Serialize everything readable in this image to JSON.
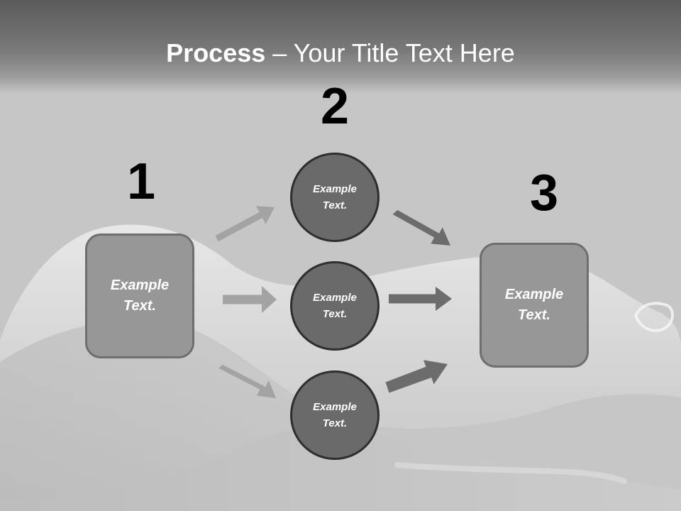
{
  "title": {
    "bold": "Process",
    "rest": " – Your Title Text Here"
  },
  "steps": [
    {
      "number": "1",
      "text": "Example Text."
    },
    {
      "number": "2",
      "items": [
        "Example Text.",
        "Example Text.",
        "Example Text."
      ]
    },
    {
      "number": "3",
      "text": "Example Text."
    }
  ],
  "colors": {
    "box_fill": "#979797",
    "circle_fill": "#6a6a6a",
    "arrow_left": "#a3a3a3",
    "arrow_right": "#6c6c6c"
  }
}
